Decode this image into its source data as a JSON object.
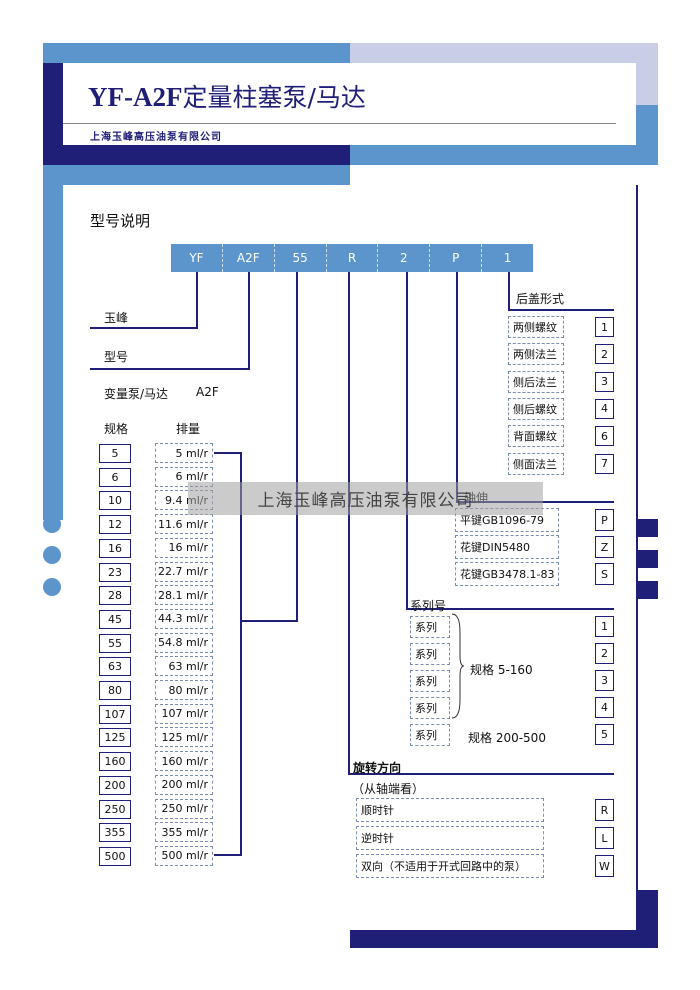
{
  "header": {
    "title_prefix": "YF-A2F",
    "title_cn": "定量柱塞泵/马达",
    "company": "上海玉峰高压油泵有限公司"
  },
  "section_title": "型号说明",
  "code_cells": [
    "YF",
    "A2F",
    "55",
    "R",
    "2",
    "P",
    "1"
  ],
  "labels": {
    "brand": "玉峰",
    "model": "型号",
    "pump_type": "变量泵/马达",
    "pump_code": "A2F",
    "size_header": "规格",
    "disp_header": "排量",
    "cover_header": "后盖形式",
    "shaft_header": "轴伸",
    "series_header": "系列号",
    "rotation_header": "旋转方向",
    "rotation_note": "（从轴端看）"
  },
  "sizes": [
    "5",
    "6",
    "10",
    "12",
    "16",
    "23",
    "28",
    "45",
    "55",
    "63",
    "80",
    "107",
    "125",
    "160",
    "200",
    "250",
    "355",
    "500"
  ],
  "displacements": [
    "5 ml/r",
    "6 ml/r",
    "9.4 ml/r",
    "11.6 ml/r",
    "16 ml/r",
    "22.7 ml/r",
    "28.1 ml/r",
    "44.3 ml/r",
    "54.8 ml/r",
    "63 ml/r",
    "80 ml/r",
    "107 ml/r",
    "125 ml/r",
    "160 ml/r",
    "200 ml/r",
    "250 ml/r",
    "355 ml/r",
    "500 ml/r"
  ],
  "cover_options": [
    {
      "label": "两侧螺纹",
      "code": "1"
    },
    {
      "label": "两侧法兰",
      "code": "2"
    },
    {
      "label": "侧后法兰",
      "code": "3"
    },
    {
      "label": "侧后螺纹",
      "code": "4"
    },
    {
      "label": "背面螺纹",
      "code": "6"
    },
    {
      "label": "侧面法兰",
      "code": "7"
    }
  ],
  "shaft_options": [
    {
      "label": "平键GB1096-79",
      "code": "P"
    },
    {
      "label": "花键DIN5480",
      "code": "Z"
    },
    {
      "label": "花键GB3478.1-83",
      "code": "S"
    }
  ],
  "series_options": [
    {
      "label": "系列",
      "code": "1"
    },
    {
      "label": "系列",
      "code": "2"
    },
    {
      "label": "系列",
      "code": "3"
    },
    {
      "label": "系列",
      "code": "4"
    },
    {
      "label": "系列",
      "code": "5"
    }
  ],
  "series_notes": {
    "range1": "规格  5-160",
    "range2": "规格  200-500"
  },
  "rotation_options": [
    {
      "label": "顺时针",
      "code": "R"
    },
    {
      "label": "逆时针",
      "code": "L"
    },
    {
      "label": "双向（不适用于开式回路中的泵）",
      "code": "W"
    }
  ],
  "watermark": "上海玉峰高压油泵有限公司",
  "colors": {
    "navy": "#1f1f77",
    "blue": "#5b95cc",
    "lavender": "#c9cde6"
  }
}
